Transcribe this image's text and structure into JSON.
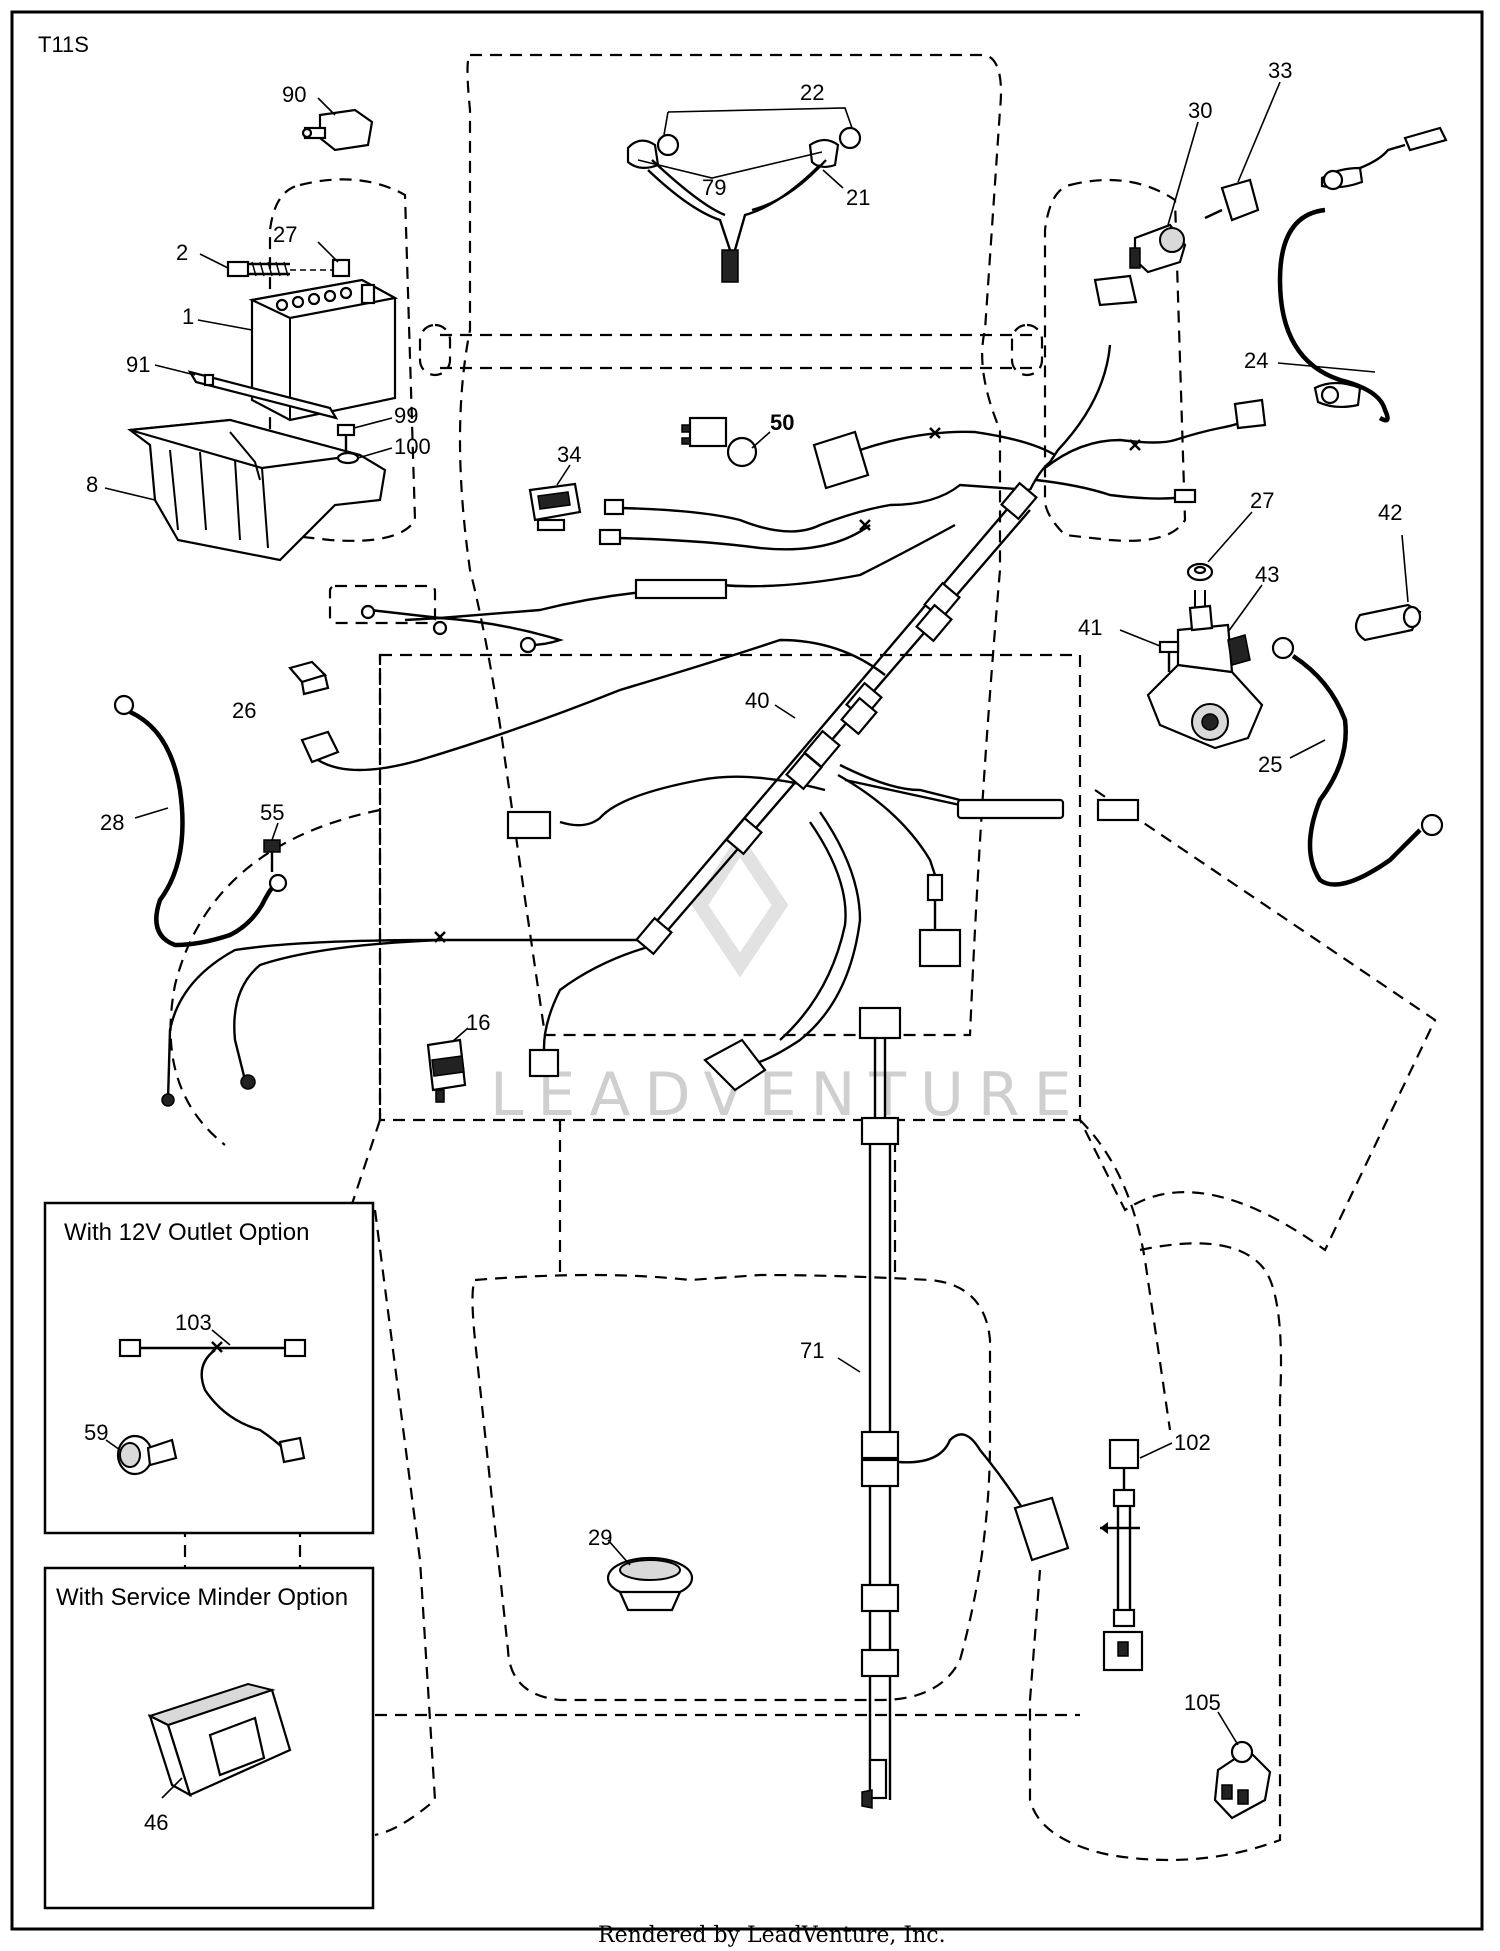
{
  "diagram_code": "T11S",
  "footer_text": "Rendered by LeadVenture, Inc.",
  "watermark_text": "LEADVENTURE",
  "insets": {
    "outlet_title": "With 12V Outlet Option",
    "minder_title": "With Service Minder Option"
  },
  "callouts": {
    "c90": "90",
    "c22": "22",
    "c30": "30",
    "c33": "33",
    "c27a": "27",
    "c2": "2",
    "c1": "1",
    "c91": "91",
    "c8": "8",
    "c99": "99",
    "c100": "100",
    "c79": "79",
    "c21": "21",
    "c24": "24",
    "c50": "50",
    "c34": "34",
    "c27b": "27",
    "c42": "42",
    "c43": "43",
    "c41": "41",
    "c26": "26",
    "c40": "40",
    "c28": "28",
    "c55": "55",
    "c25": "25",
    "c16": "16",
    "c103": "103",
    "c59": "59",
    "c71": "71",
    "c29": "29",
    "c102": "102",
    "c105": "105",
    "c46": "46"
  }
}
